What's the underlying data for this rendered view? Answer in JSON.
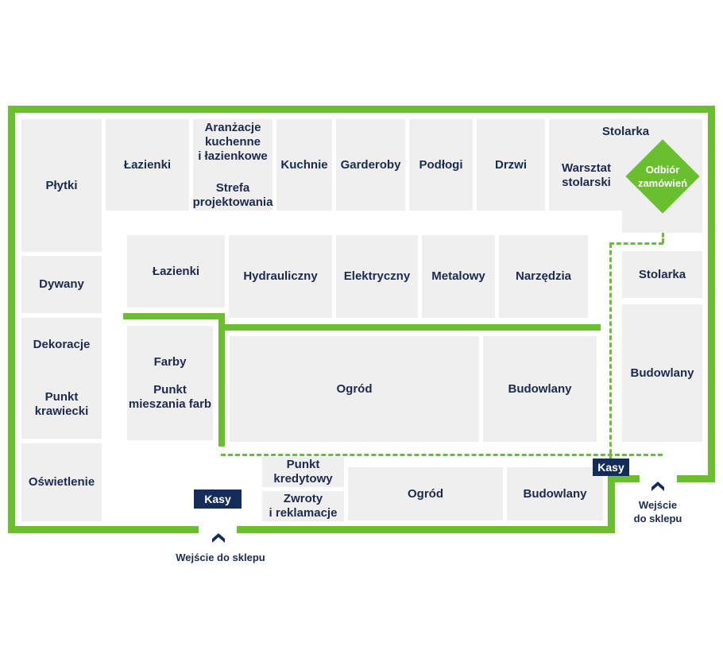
{
  "top_row": {
    "plytki": "Płytki",
    "lazienki": "Łazienki",
    "aranzacje": [
      "Aranżacje",
      "kuchenne",
      "i łazienkowe"
    ],
    "strefa": [
      "Strefa",
      "projektowania"
    ],
    "kuchnie": "Kuchnie",
    "garderoby": "Garderoby",
    "podlogi": "Podłogi",
    "drzwi": "Drzwi",
    "stolarka": "Stolarka",
    "warsztat": [
      "Warsztat",
      "stolarski"
    ]
  },
  "pickup": [
    "Odbiór",
    "zamówień"
  ],
  "left_column": {
    "dywany": "Dywany",
    "dekoracje": "Dekoracje",
    "punkt_krawiecki": [
      "Punkt",
      "krawiecki"
    ],
    "oswietlenie": "Oświetlenie"
  },
  "middle_row": {
    "lazienki": "Łazienki",
    "hydrauliczny": "Hydrauliczny",
    "elektryczny": "Elektryczny",
    "metalowy": "Metalowy",
    "narzedzia": "Narzędzia"
  },
  "right_column": {
    "stolarka": "Stolarka",
    "budowlany": "Budowlany"
  },
  "center_area": {
    "farby": "Farby",
    "mieszania": [
      "Punkt",
      "mieszania farb"
    ],
    "ogrod": "Ogród",
    "budowlany": "Budowlany"
  },
  "bottom_area": {
    "punkt_kredytowy": [
      "Punkt",
      "kredytowy"
    ],
    "zwroty": [
      "Zwroty",
      "i reklamacje"
    ],
    "ogrod": "Ogród",
    "budowlany": "Budowlany"
  },
  "checkouts": {
    "main": "Kasy",
    "side": "Kasy"
  },
  "entrances": {
    "main": "Wejście do sklepu",
    "side": [
      "Wejście",
      "do sklepu"
    ]
  },
  "colors": {
    "wall": "#6abf2e",
    "zone": "#efefef",
    "text": "#1b2a4e",
    "badge": "#132c5a"
  },
  "icons": {
    "entrance": "chevron-up-icon",
    "pickup": "diamond-icon"
  }
}
